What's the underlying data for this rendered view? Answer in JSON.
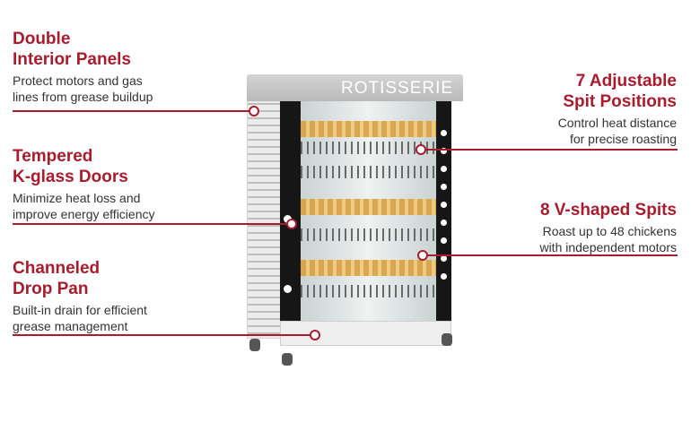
{
  "brand_color": "#a81c2e",
  "product": {
    "logo_text": "ROTISSERIE"
  },
  "callouts": {
    "panels": {
      "title_1": "Double",
      "title_2": "Interior Panels",
      "desc_1": "Protect motors and gas",
      "desc_2": "lines from grease buildup"
    },
    "doors": {
      "title_1": "Tempered",
      "title_2": "K-glass Doors",
      "desc_1": "Minimize heat loss and",
      "desc_2": "improve energy efficiency"
    },
    "pan": {
      "title_1": "Channeled",
      "title_2": "Drop Pan",
      "desc_1": "Built-in drain for efficient",
      "desc_2": "grease management"
    },
    "positions": {
      "title_1": "7 Adjustable",
      "title_2": "Spit Positions",
      "desc_1": "Control heat distance",
      "desc_2": "for precise roasting"
    },
    "spits": {
      "title_1": "8 V-shaped Spits",
      "desc_1": "Roast up to 48 chickens",
      "desc_2": "with independent motors"
    }
  }
}
